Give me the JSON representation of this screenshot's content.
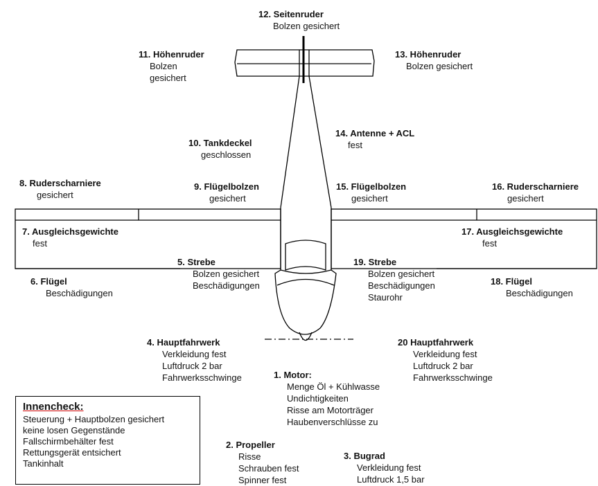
{
  "items": [
    {
      "title": "12. Seitenruder",
      "lines": [
        "Bolzen gesichert"
      ]
    },
    {
      "title": "11. Höhenruder",
      "lines": [
        "Bolzen",
        "gesichert"
      ]
    },
    {
      "title": "13. Höhenruder",
      "lines": [
        "Bolzen gesichert"
      ]
    },
    {
      "title": "10. Tankdeckel",
      "lines": [
        "geschlossen"
      ]
    },
    {
      "title": "14. Antenne + ACL",
      "lines": [
        "fest"
      ]
    },
    {
      "title": "8. Ruderscharniere",
      "lines": [
        "gesichert"
      ]
    },
    {
      "title": "9. Flügelbolzen",
      "lines": [
        "gesichert"
      ]
    },
    {
      "title": "15. Flügelbolzen",
      "lines": [
        "gesichert"
      ]
    },
    {
      "title": "16. Ruderscharniere",
      "lines": [
        "gesichert"
      ]
    },
    {
      "title": "7. Ausgleichsgewichte",
      "lines": [
        "fest"
      ]
    },
    {
      "title": "17. Ausgleichsgewichte",
      "lines": [
        "fest"
      ]
    },
    {
      "title": "5. Strebe",
      "lines": [
        "Bolzen gesichert",
        "Beschädigungen"
      ]
    },
    {
      "title": "19. Strebe",
      "lines": [
        "Bolzen gesichert",
        "Beschädigungen",
        "Staurohr"
      ]
    },
    {
      "title": "6. Flügel",
      "lines": [
        "Beschädigungen"
      ]
    },
    {
      "title": "18. Flügel",
      "lines": [
        "Beschädigungen"
      ]
    },
    {
      "title": "4. Hauptfahrwerk",
      "lines": [
        "Verkleidung fest",
        "Luftdruck 2 bar",
        "Fahrwerksschwinge"
      ]
    },
    {
      "title": "20 Hauptfahrwerk",
      "lines": [
        "Verkleidung fest",
        "Luftdruck 2 bar",
        "Fahrwerksschwinge"
      ]
    },
    {
      "title": "1. Motor:",
      "lines": [
        "Menge Öl + Kühlwasse",
        "Undichtigkeiten",
        "Risse am Motorträger",
        "Haubenverschlüsse zu"
      ]
    },
    {
      "title": "2. Propeller",
      "lines": [
        "Risse",
        "Schrauben fest",
        "Spinner fest"
      ]
    },
    {
      "title": "3. Bugrad",
      "lines": [
        "Verkleidung fest",
        "Luftdruck 1,5 bar"
      ]
    }
  ],
  "innencheck": {
    "title": "Innencheck:",
    "lines": [
      "Steuerung + Hauptbolzen gesichert",
      "keine losen Gegenstände",
      "Fallschirmbehälter fest",
      "Rettungsgerät entsichert",
      "Tankinhalt"
    ]
  }
}
